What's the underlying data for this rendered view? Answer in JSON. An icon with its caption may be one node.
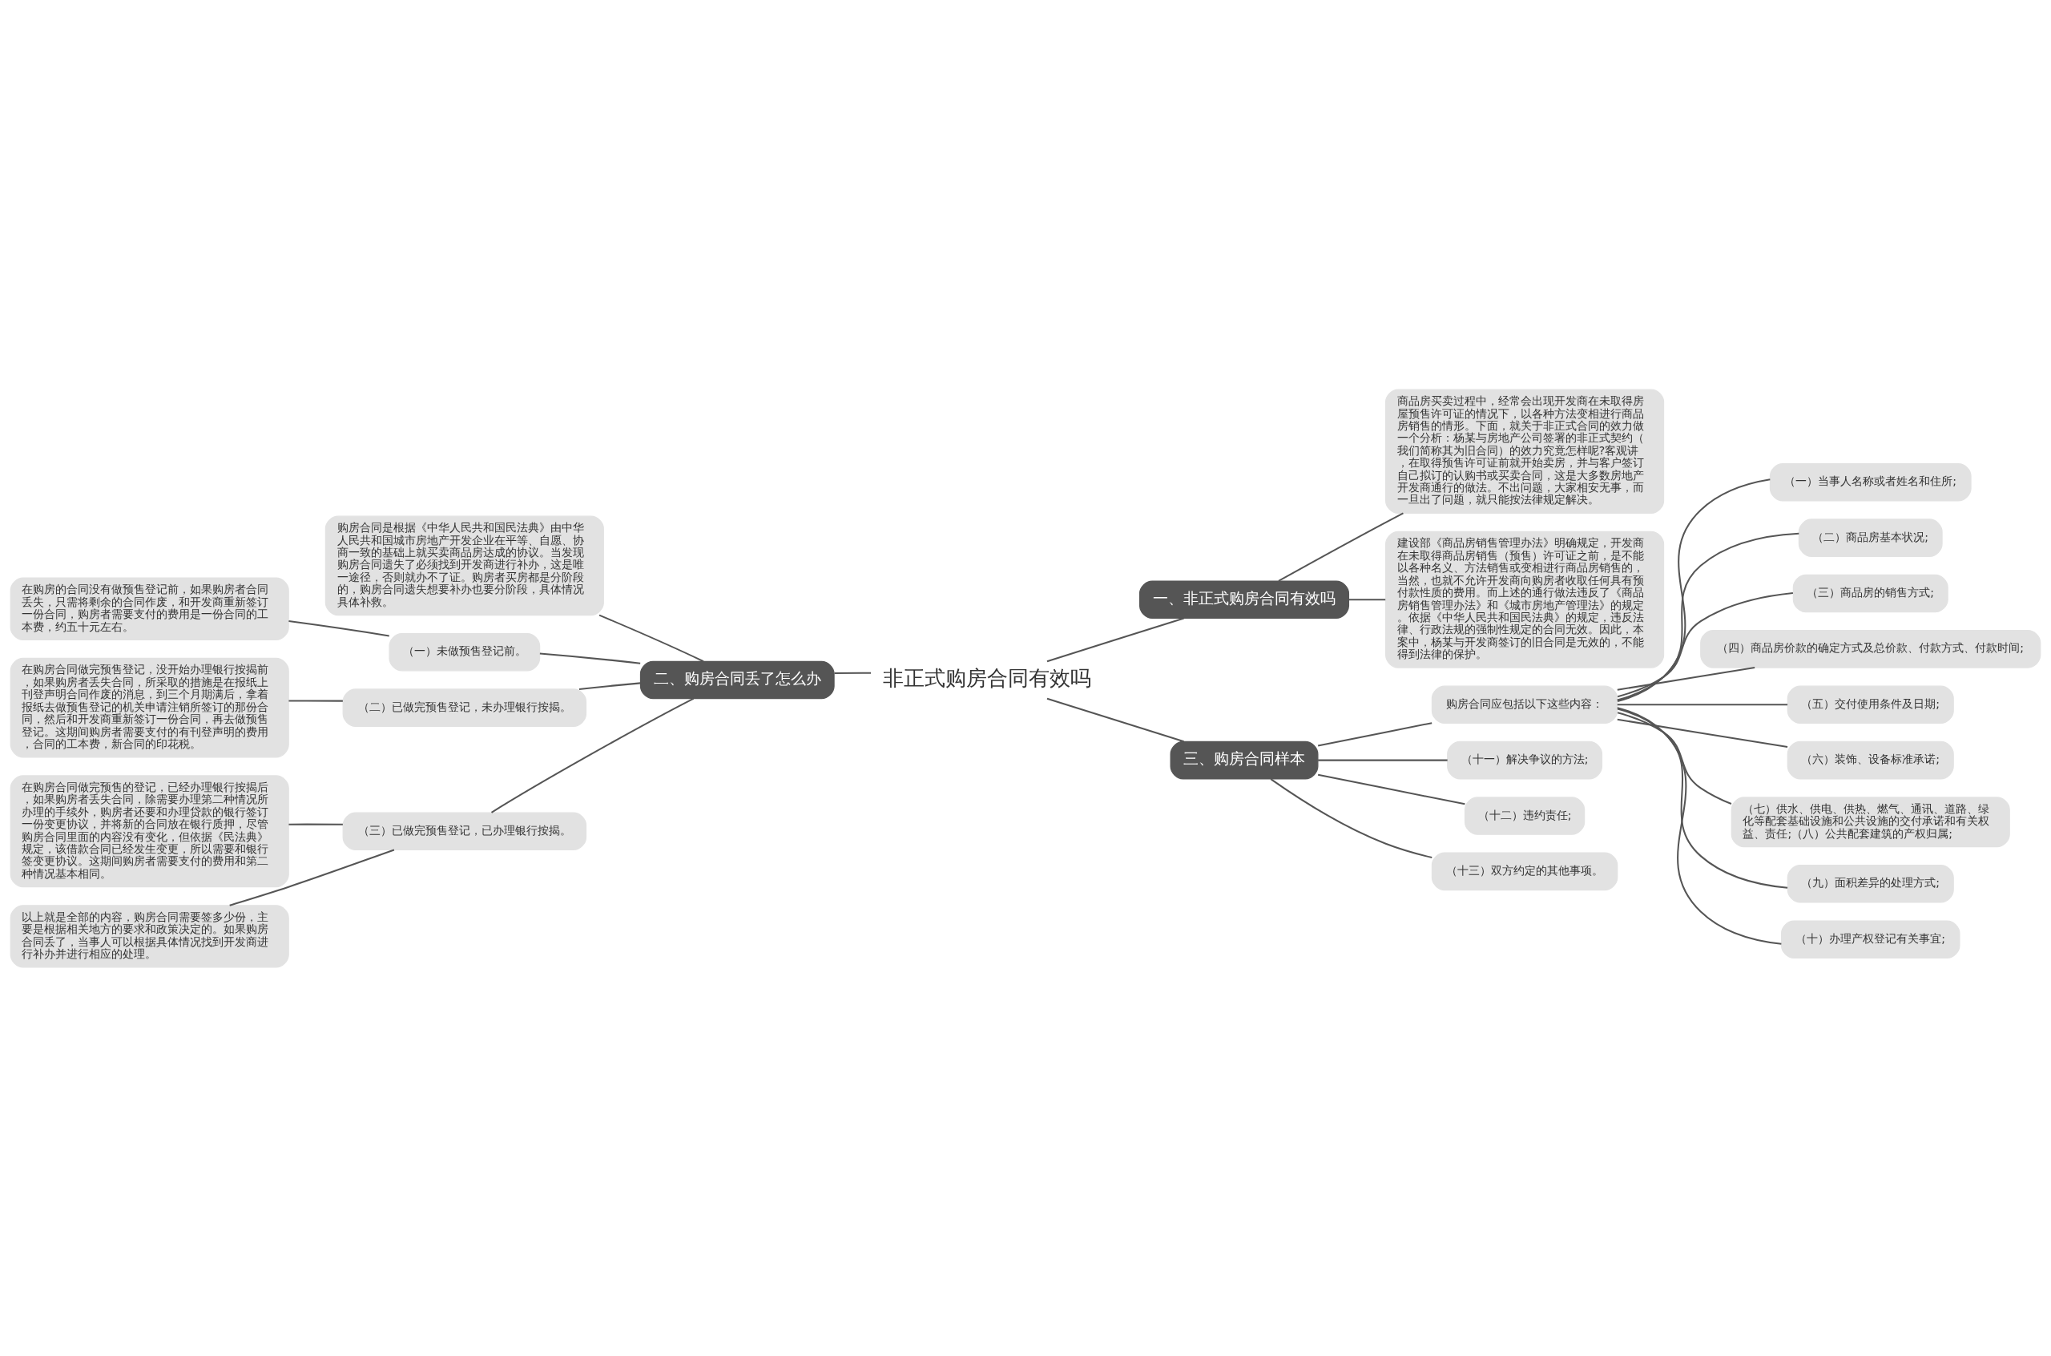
{
  "diagram": {
    "nodes": [
      {
        "text": [
          "非正式购房合同有效吗"
        ]
      },
      {
        "text": [
          "一、非正式购房合同有效吗"
        ]
      },
      {
        "text": [
          "商品房买卖过程中，经常会出现开发商在未取得房屋预售许可证的情况下，以各种方法变相进行商品房销售的情形。下面，就关于非正式合同的效力做一个分析：杨某与房地产公司签署的非正式契约（我们简称其为旧合同）的效力究竟怎样呢?客观讲，在取得预售许可证前就开始卖房，并与客户签订自己拟订的认购书或买卖合同，这是大多数房地产开发商通行的做法。不出问题，大家相安无事，而一旦出了问题，就只能按法律规定解决。"
        ]
      },
      {
        "text": [
          "建设部《商品房销售管理办法》明确规定，开发商在未取得商品房销售（预售）许可证之前，是不能以各种名义、方法销售或变相进行商品房销售的，当然，也就不允许开发商向购房者收取任何具有预付款性质的费用。而上述的通行做法违反了《商品房销售管理办法》和《城市房地产管理法》的规定。依据《中华人民共和国民法典》的规定，违反法律、行政法规的强制性规定的合同无效。因此，本案中，杨某与开发商签订的旧合同是无效的，不能得到法律的保护。"
        ]
      },
      {
        "text": [
          "二、购房合同丢了怎么办"
        ]
      },
      {
        "text": [
          "购房合同是根据《中华人民共和国民法典》由中华人民共和国城市房地产开发企业在平等、自愿、协商一致的基础上就买卖商品房达成的协议。当发现购房合同遗失了必须找到开发商进行补办，这是唯一途径，否则就办不了证。购房者买房都是分阶段的，购房合同遗失想要补办也要分阶段，具体情况具体补救。"
        ]
      },
      {
        "text": [
          "（一）未做预售登记前。"
        ]
      },
      {
        "text": [
          "在购房的合同没有做预售登记前，如果购房者合同丢失，只需将剩余的合同作废，和开发商重新签订一份合同，购房者需要支付的费用是一份合同的工本费，约五十元左右。"
        ]
      },
      {
        "text": [
          "（二）已做完预售登记，未办理银行按揭。"
        ]
      },
      {
        "text": [
          "在购房合同做完预售登记，没开始办理银行按揭前，如果购房者丢失合同，所采取的措施是在报纸上刊登声明合同作废的消息，到三个月期满后，拿着报纸去做预售登记的机关申请注销所签订的那份合同，然后和开发商重新签订一份合同，再去做预售登记。这期间购房者需要支付的有刊登声明的费用，合同的工本费，新合同的印花税。"
        ]
      },
      {
        "text": [
          "（三）已做完预售登记，已办理银行按揭。"
        ]
      },
      {
        "text": [
          "在购房合同做完预售的登记，已经办理银行按揭后，如果购房者丢失合同，除需要办理第二种情况所办理的手续外，购房者还要和办理贷款的银行签订一份变更协议，并将新的合同放在银行质押，尽管购房合同里面的内容没有变化，但依据《民法典》规定，该借款合同已经发生变更，所以需要和银行签变更协议。这期间购房者需要支付的费用和第二种情况基本相同。"
        ]
      },
      {
        "text": [
          "以上就是全部的内容，购房合同需要签多少份，主要是根据相关地方的要求和政策决定的。如果购房合同丢了，当事人可以根据具体情况找到开发商进行补办并进行相应的处理。"
        ]
      },
      {
        "text": [
          "三、购房合同样本"
        ]
      },
      {
        "text": [
          "购房合同应包括以下这些内容："
        ]
      },
      {
        "text": [
          "（一）当事人名称或者姓名和住所;"
        ]
      },
      {
        "text": [
          "（二）商品房基本状况;"
        ]
      },
      {
        "text": [
          "（三）商品房的销售方式;"
        ]
      },
      {
        "text": [
          "（四）商品房价款的确定方式及总价款、付款方式、付款时间;"
        ]
      },
      {
        "text": [
          "（五）交付使用条件及日期;"
        ]
      },
      {
        "text": [
          "（六）装饰、设备标准承诺;"
        ]
      },
      {
        "text": [
          "（七）供水、供电、供热、燃气、通讯、道路、绿化等配套基础设施和公共设施的交付承诺和有关权益、责任;（八）公共配套建筑的产权归属;"
        ]
      },
      {
        "text": [
          "（九）面积差异的处理方式;"
        ]
      },
      {
        "text": [
          "（十）办理产权登记有关事宜;"
        ]
      },
      {
        "text": [
          "（十一）解决争议的方法;"
        ]
      },
      {
        "text": [
          "（十二）违约责任;"
        ]
      },
      {
        "text": [
          "（十三）双方约定的其他事项。"
        ]
      }
    ],
    "edges": [
      {
        "from": 0,
        "to": 1,
        "arrow": "none"
      },
      {
        "from": 1,
        "to": 2,
        "arrow": "none"
      },
      {
        "from": 1,
        "to": 3,
        "arrow": "none"
      },
      {
        "from": 0,
        "to": 4,
        "arrow": "none"
      },
      {
        "from": 4,
        "to": 5,
        "arrow": "none"
      },
      {
        "from": 4,
        "to": 6,
        "arrow": "none"
      },
      {
        "from": 6,
        "to": 7,
        "arrow": "none"
      },
      {
        "from": 4,
        "to": 8,
        "arrow": "none"
      },
      {
        "from": 8,
        "to": 9,
        "arrow": "none"
      },
      {
        "from": 4,
        "to": 10,
        "arrow": "none"
      },
      {
        "from": 10,
        "to": 11,
        "arrow": "none"
      },
      {
        "from": 10,
        "to": 12,
        "arrow": "none"
      },
      {
        "from": 0,
        "to": 13,
        "arrow": "none"
      },
      {
        "from": 13,
        "to": 14,
        "arrow": "none"
      },
      {
        "from": 14,
        "to": 15,
        "arrow": "none"
      },
      {
        "from": 14,
        "to": 16,
        "arrow": "none"
      },
      {
        "from": 14,
        "to": 17,
        "arrow": "none"
      },
      {
        "from": 14,
        "to": 18,
        "arrow": "none"
      },
      {
        "from": 14,
        "to": 19,
        "arrow": "none"
      },
      {
        "from": 14,
        "to": 20,
        "arrow": "none"
      },
      {
        "from": 14,
        "to": 21,
        "arrow": "none"
      },
      {
        "from": 14,
        "to": 22,
        "arrow": "none"
      },
      {
        "from": 14,
        "to": 23,
        "arrow": "none"
      },
      {
        "from": 13,
        "to": 24,
        "arrow": "none"
      },
      {
        "from": 13,
        "to": 25,
        "arrow": "none"
      },
      {
        "from": 13,
        "to": 26,
        "arrow": "none"
      }
    ]
  }
}
